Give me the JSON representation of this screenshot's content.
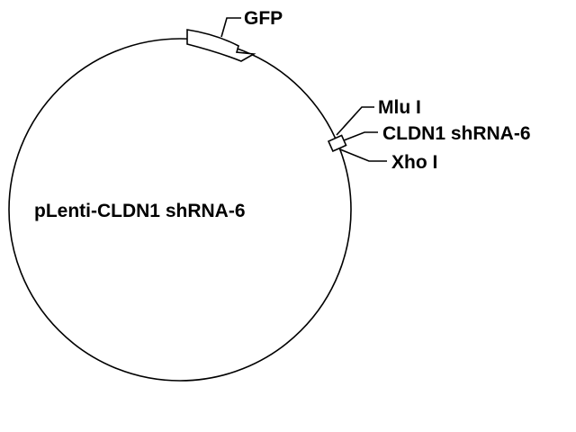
{
  "plasmid": {
    "name": "pLenti-CLDN1 shRNA-6"
  },
  "features": {
    "gfp": {
      "label": "GFP"
    },
    "mlu": {
      "label": "Mlu I"
    },
    "shrna": {
      "label": "CLDN1 shRNA-6"
    },
    "xho": {
      "label": "Xho I"
    }
  },
  "colors": {
    "line": "#000000",
    "background": "#ffffff",
    "feature_fill": "#ffffff"
  }
}
